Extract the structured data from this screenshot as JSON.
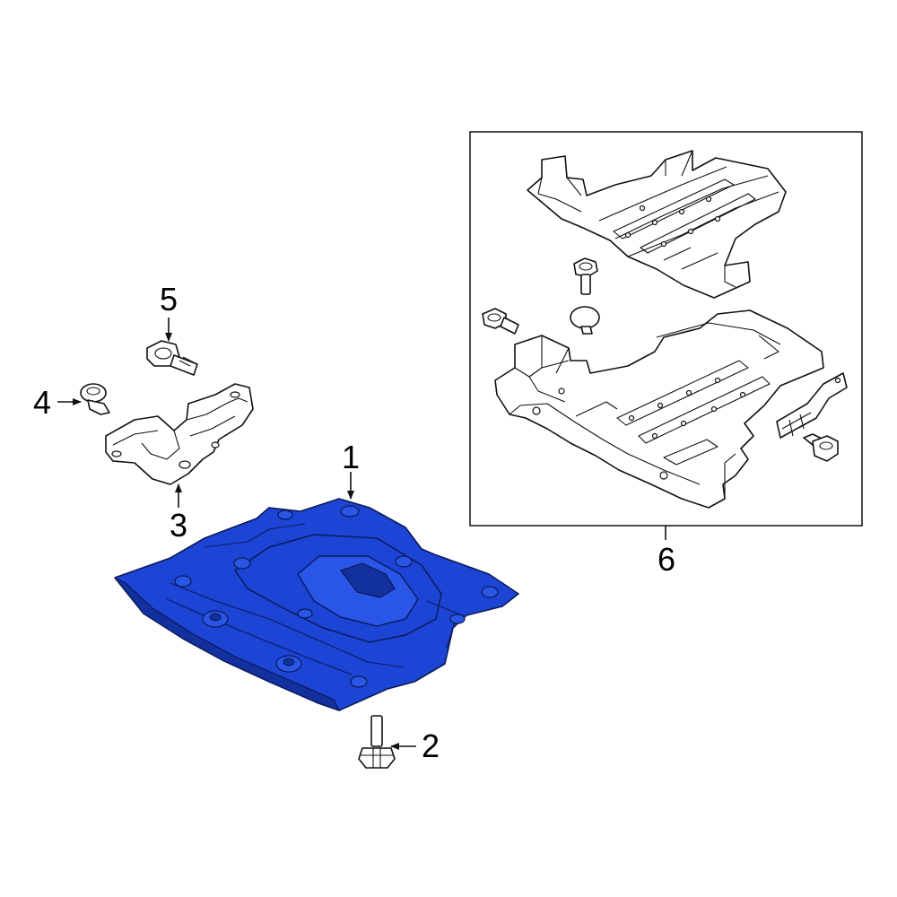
{
  "callouts": {
    "c1": "1",
    "c2": "2",
    "c3": "3",
    "c4": "4",
    "c5": "5",
    "c6": "6"
  },
  "colors": {
    "highlight_fill": "#1c45d6",
    "highlight_dark": "#12309e",
    "line": "#111111",
    "background": "#ffffff"
  }
}
